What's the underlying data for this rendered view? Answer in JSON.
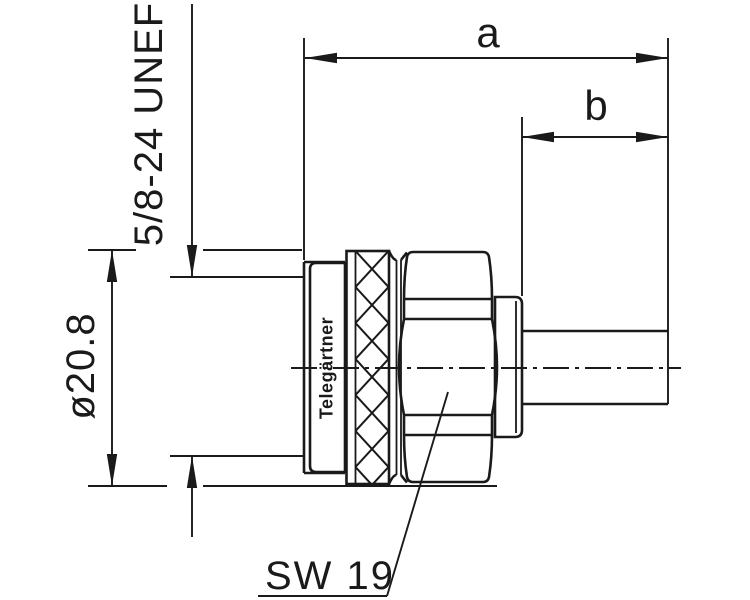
{
  "drawing": {
    "type": "technical-drawing",
    "subject": "coaxial connector side view with dimensions",
    "labels": {
      "thread": "5/8-24 UNEF",
      "diameter": "ø20.8",
      "dim_a": "a",
      "dim_b": "b",
      "wrench": "SW 19",
      "brand": "Telegärtner"
    },
    "colors": {
      "line": "#1a1a1a",
      "background": "#ffffff"
    }
  }
}
